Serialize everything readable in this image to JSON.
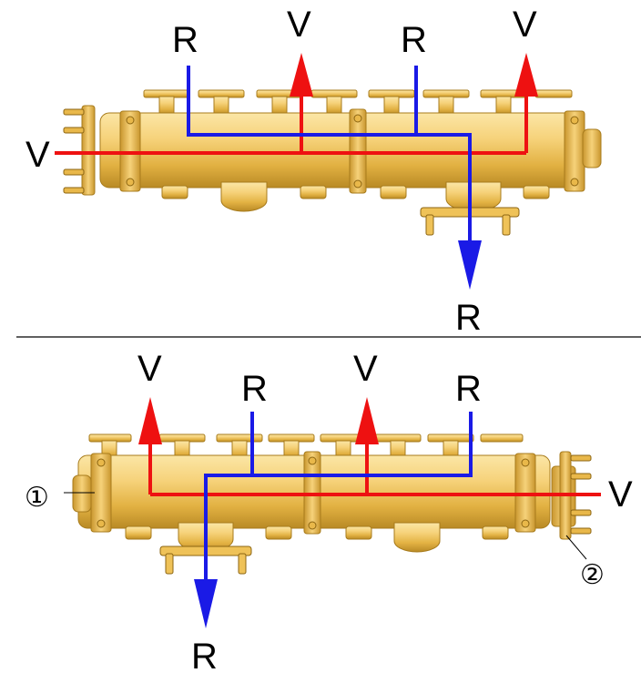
{
  "labels": {
    "supply": "V",
    "return": "R"
  },
  "callouts": {
    "one": "①",
    "two": "②"
  },
  "colors": {
    "supply": "#ee1111",
    "return": "#1a1ae6",
    "brass": "#f2c95a"
  }
}
